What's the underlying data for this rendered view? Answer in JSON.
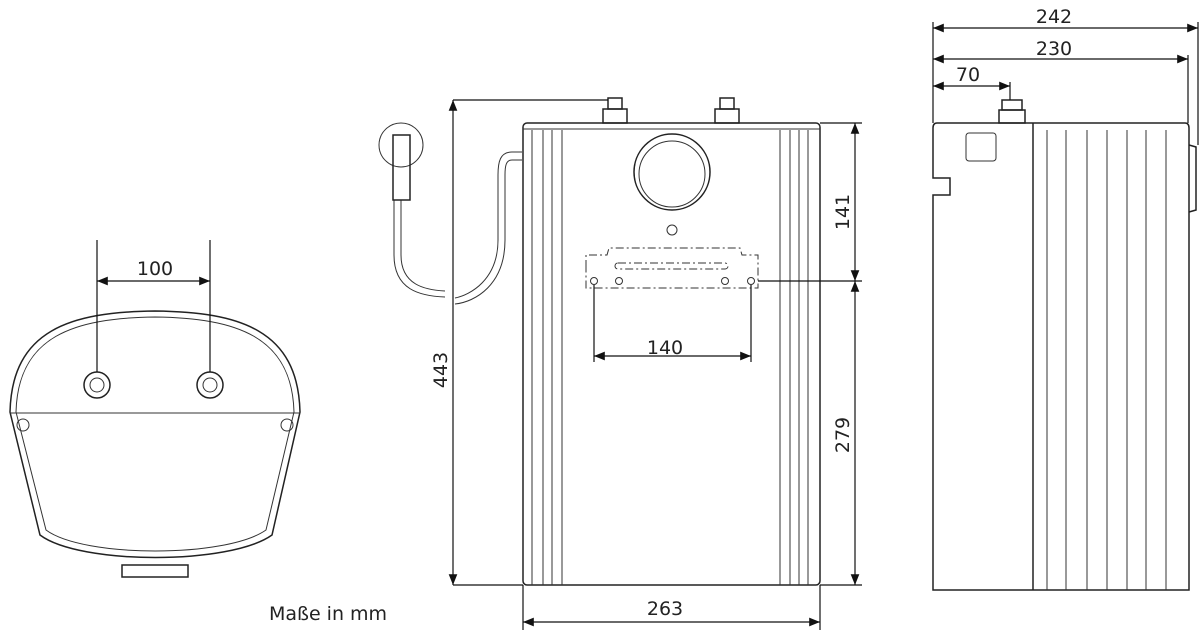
{
  "dimensions": {
    "top_view_spacing": "100",
    "height_total": "443",
    "width_front": "263",
    "upper_height": "141",
    "lower_height": "279",
    "bracket_spacing": "140",
    "depth_total": "242",
    "depth_body": "230",
    "connection_offset": "70"
  },
  "note": "Maße in mm"
}
